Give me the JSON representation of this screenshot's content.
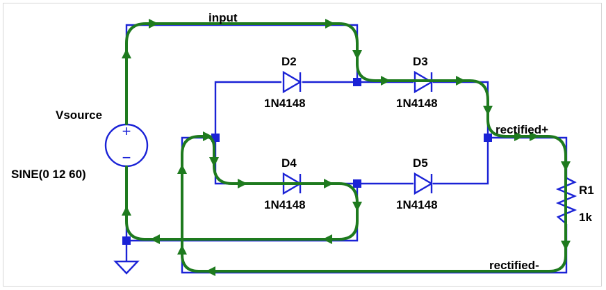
{
  "nets": {
    "input": "input",
    "rectified_plus": "rectified+",
    "rectified_minus": "rectified-"
  },
  "source": {
    "name": "Vsource",
    "value": "SINE(0 12 60)",
    "plus": "+",
    "minus": "−"
  },
  "diodes": [
    {
      "ref": "D2",
      "model": "1N4148"
    },
    {
      "ref": "D3",
      "model": "1N4148"
    },
    {
      "ref": "D4",
      "model": "1N4148"
    },
    {
      "ref": "D5",
      "model": "1N4148"
    }
  ],
  "resistor": {
    "ref": "R1",
    "value": "1k"
  },
  "colors": {
    "wire": "#1a22d6",
    "current_flow": "#1e7a1e",
    "text": "#000000"
  }
}
